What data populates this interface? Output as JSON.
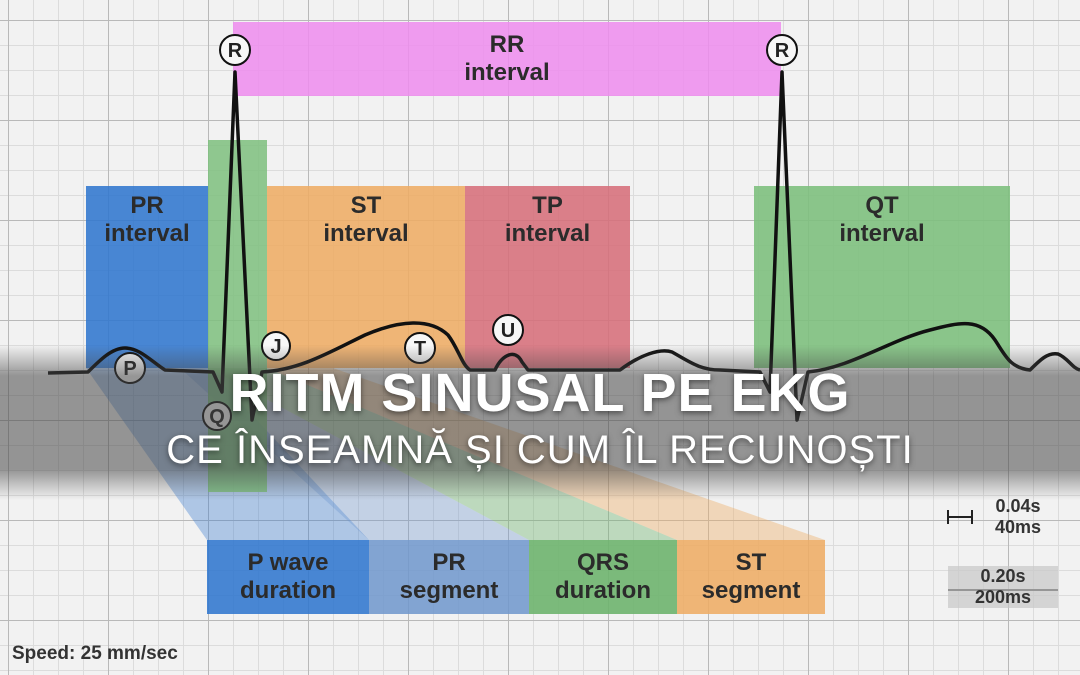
{
  "boxes": {
    "rr": [
      "RR",
      "interval"
    ],
    "pr": [
      "PR",
      "interval"
    ],
    "st": [
      "ST",
      "interval"
    ],
    "tp": [
      "TP",
      "interval"
    ],
    "qt": [
      "QT",
      "interval"
    ]
  },
  "segments": {
    "p_wave": [
      "P wave",
      "duration"
    ],
    "pr_segment": [
      "PR",
      "segment"
    ],
    "qrs": [
      "QRS",
      "duration"
    ],
    "st_segment": [
      "ST",
      "segment"
    ]
  },
  "wave_labels": {
    "r1": "R",
    "r2": "R",
    "p": "P",
    "q": "Q",
    "j": "J",
    "t": "T",
    "u": "U"
  },
  "scale": {
    "small": [
      "0.04s",
      "40ms"
    ],
    "large": [
      "0.20s",
      "200ms"
    ]
  },
  "speed": "Speed: 25 mm/sec",
  "title": {
    "main": "RITM SINUSAL PE EKG",
    "sub": "CE ÎNSEAMNĂ ȘI CUM ÎL RECUNOȘTI"
  },
  "colors": {
    "rr": "#ee8cee",
    "pr": "#3076ce",
    "st": "#eeac64",
    "tp": "#d66e7a",
    "qt": "#7ec07e",
    "trace": "#111111"
  }
}
